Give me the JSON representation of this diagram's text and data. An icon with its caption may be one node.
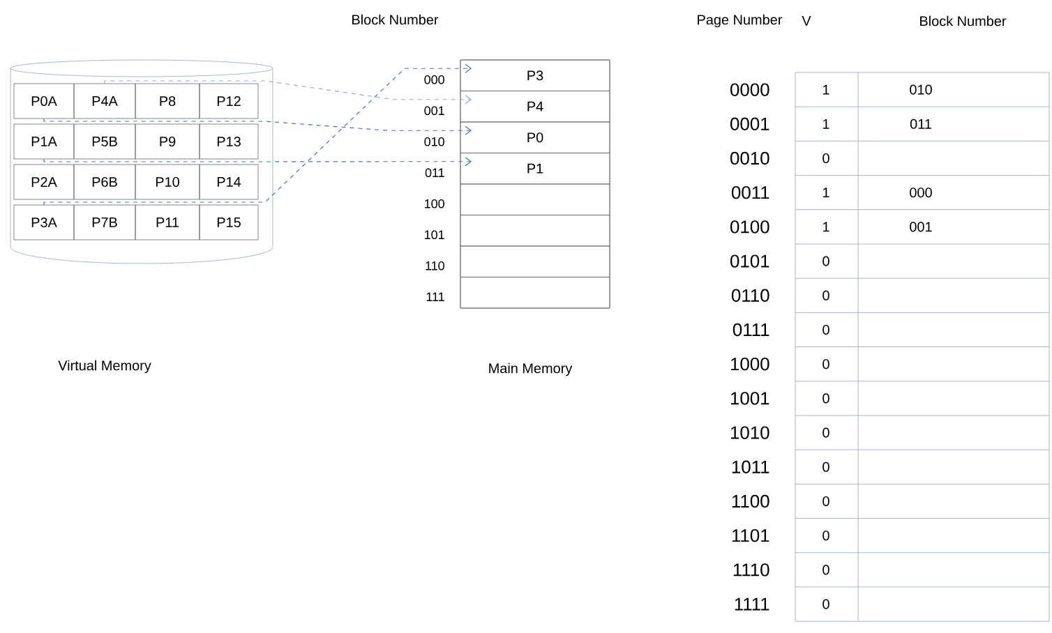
{
  "diagram": {
    "nodes": [
      {
        "text": [],
        "shape": "cylinder"
      },
      {
        "text": [
          "P0A"
        ],
        "in": 0
      },
      {
        "text": [
          "P4A"
        ],
        "in": 0
      },
      {
        "text": [
          "P8"
        ],
        "in": 0
      },
      {
        "text": [
          "P12"
        ],
        "in": 0
      },
      {
        "text": [
          "P1A"
        ],
        "in": 0
      },
      {
        "text": [
          "P5B"
        ],
        "in": 0
      },
      {
        "text": [
          "P9"
        ],
        "in": 0
      },
      {
        "text": [
          "P13"
        ],
        "in": 0
      },
      {
        "text": [
          "P2A"
        ],
        "in": 0
      },
      {
        "text": [
          "P6B"
        ],
        "in": 0
      },
      {
        "text": [
          "P10"
        ],
        "in": 0
      },
      {
        "text": [
          "P14"
        ],
        "in": 0
      },
      {
        "text": [
          "P3A"
        ],
        "in": 0
      },
      {
        "text": [
          "P7B"
        ],
        "in": 0
      },
      {
        "text": [
          "P11"
        ],
        "in": 0
      },
      {
        "text": [
          "P15"
        ],
        "in": 0
      },
      {
        "text": [],
        "shape": "box",
        "beside": [
          "Main Memory"
        ]
      },
      {
        "text": [
          "P3"
        ],
        "in": 17
      },
      {
        "text": [
          "P4"
        ],
        "in": 17
      },
      {
        "text": [
          "P0"
        ],
        "in": 17
      },
      {
        "text": [
          "P1"
        ],
        "in": 17
      },
      {
        "text": [],
        "shape": "box",
        "in": 17
      },
      {
        "text": [],
        "shape": "box",
        "in": 17
      },
      {
        "text": [],
        "shape": "box",
        "in": 17
      },
      {
        "text": [],
        "shape": "box",
        "in": 17
      }
    ],
    "edges": [
      {
        "from": 1,
        "to": 20,
        "arrow": "to",
        "style": "dashed"
      },
      {
        "from": 2,
        "to": 19,
        "arrow": "to",
        "style": "dashed",
        "color": "#8faadc"
      },
      {
        "from": 5,
        "to": 21,
        "arrow": "to",
        "style": "dashed"
      },
      {
        "from": 13,
        "to": 18,
        "arrow": "to",
        "style": "dashed"
      }
    ],
    "labels": [
      "Block Number",
      "000",
      "001",
      "010",
      "011",
      "100",
      "101",
      "110",
      "111",
      "Virtual Memory",
      "Page Number",
      "V",
      "Block Number",
      "0000",
      "1",
      "010",
      "0001",
      "1",
      "011",
      "0010",
      "0",
      "0011",
      "1",
      "000",
      "0100",
      "1",
      "001",
      "0101",
      "0",
      "0110",
      "0",
      "0111",
      "0",
      "1000",
      "0",
      "1001",
      "0",
      "1010",
      "0",
      "1011",
      "0",
      "1100",
      "0",
      "1101",
      "0",
      "1110",
      "0",
      "1111",
      "0"
    ]
  }
}
